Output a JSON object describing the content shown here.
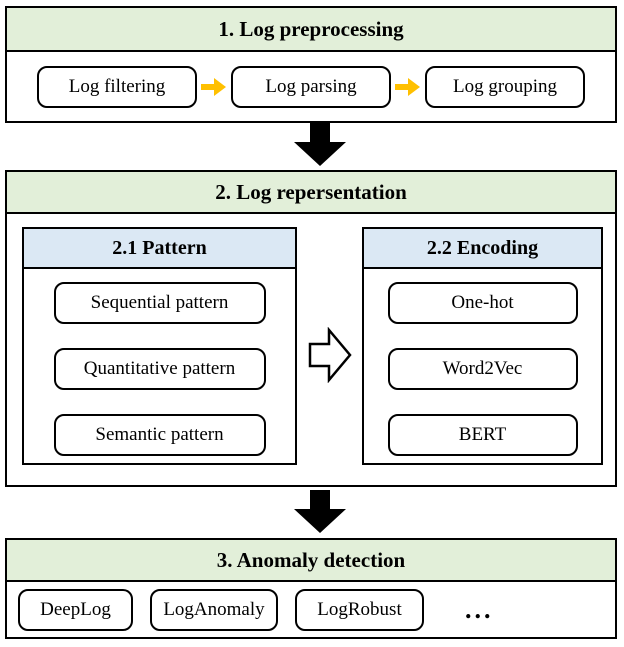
{
  "figure": {
    "kind": "pipeline-diagram"
  },
  "colors": {
    "header_green": "#e2efd9",
    "header_blue": "#dbe8f4",
    "arrow_yellow": "#ffc000",
    "border_black": "#000000",
    "background": "#ffffff"
  },
  "icons": {
    "step_arrow": "yellow-right-arrow",
    "stage_arrow": "black-down-arrow",
    "mapping_arrow": "hollow-right-arrow"
  },
  "sections": [
    {
      "title": "1. Log preprocessing",
      "items": [
        "Log filtering",
        "Log parsing",
        "Log grouping"
      ]
    },
    {
      "title": "2. Log repersentation",
      "subsections": [
        {
          "title": "2.1 Pattern",
          "items": [
            "Sequential pattern",
            "Quantitative pattern",
            "Semantic pattern"
          ]
        },
        {
          "title": "2.2 Encoding",
          "items": [
            "One-hot",
            "Word2Vec",
            "BERT"
          ]
        }
      ]
    },
    {
      "title": "3. Anomaly detection",
      "items": [
        "DeepLog",
        "LogAnomaly",
        "LogRobust"
      ],
      "more_label": "..."
    }
  ]
}
